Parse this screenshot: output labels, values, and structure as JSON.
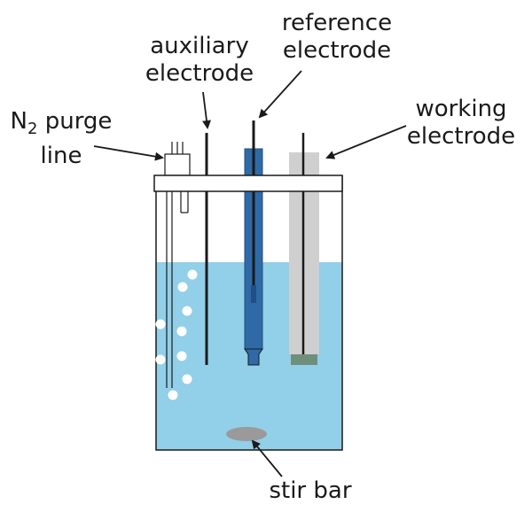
{
  "labels": {
    "auxiliary": {
      "line1": "auxiliary",
      "line2": "electrode"
    },
    "reference": {
      "line1": "reference",
      "line2": "electrode"
    },
    "working": {
      "line1": "working",
      "line2": "electrode"
    },
    "purge": {
      "symbol": "N",
      "subscript": "2",
      "line1_rest": " purge",
      "line2": "line"
    },
    "stir": {
      "line1": "stir bar"
    }
  },
  "colors": {
    "solution": "#92cfe8",
    "reference_body": "#2f6aa6",
    "reference_core": "#1f4f86",
    "working_sheath": "#cfcfcf",
    "working_tip": "#6f8f7a",
    "stir_bar": "#9a9a9a",
    "outline": "#1a1a1a",
    "bubble": "#ffffff"
  }
}
